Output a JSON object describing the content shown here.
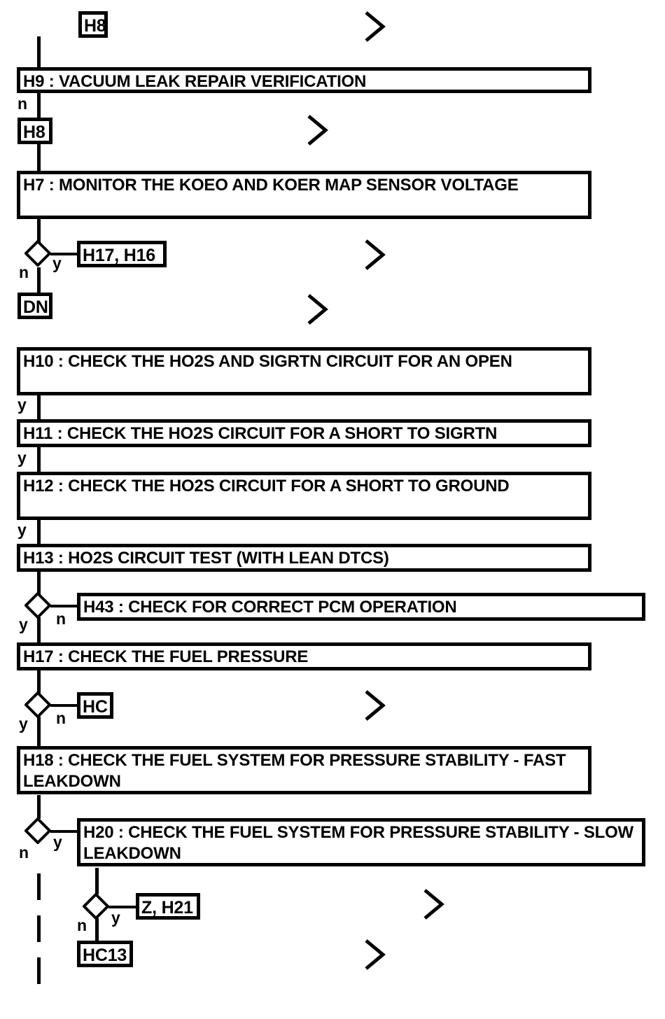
{
  "diagram": {
    "title": "HO2S / Fuel System Diagnostic Flowchart",
    "type": "flowchart",
    "stroke_color": "#000000",
    "background_color": "#ffffff"
  },
  "nodes": {
    "h8_top": {
      "label": "H8",
      "kind": "connector-tag"
    },
    "h9": {
      "label": "H9 : VACUUM LEAK REPAIR VERIFICATION",
      "kind": "process"
    },
    "h8_second": {
      "label": "H8",
      "kind": "connector-tag"
    },
    "h7": {
      "label": "H7 : MONITOR THE KOEO AND KOER MAP SENSOR VOLTAGE",
      "kind": "process"
    },
    "h17_h16": {
      "label": "H17, H16",
      "kind": "connector-tag"
    },
    "dn": {
      "label": "DN",
      "kind": "connector-tag"
    },
    "h10": {
      "label": "H10 : CHECK THE HO2S AND SIGRTN CIRCUIT FOR AN OPEN",
      "kind": "process"
    },
    "h11": {
      "label": "H11 : CHECK THE HO2S CIRCUIT FOR A SHORT TO SIGRTN",
      "kind": "process"
    },
    "h12": {
      "label": "H12 : CHECK THE HO2S CIRCUIT FOR A SHORT TO GROUND",
      "kind": "process"
    },
    "h13": {
      "label": "H13 : HO2S CIRCUIT TEST (WITH LEAN DTCS)",
      "kind": "process"
    },
    "h43": {
      "label": "H43 : CHECK FOR CORRECT PCM OPERATION",
      "kind": "process"
    },
    "h17": {
      "label": "H17 : CHECK THE FUEL PRESSURE",
      "kind": "process"
    },
    "hc": {
      "label": "HC",
      "kind": "connector-tag"
    },
    "h18": {
      "label": "H18 : CHECK THE FUEL SYSTEM FOR PRESSURE STABILITY - FAST LEAKDOWN",
      "kind": "process"
    },
    "h20": {
      "label": "H20 : CHECK THE FUEL SYSTEM FOR PRESSURE STABILITY - SLOW LEAKDOWN",
      "kind": "process"
    },
    "z_h21": {
      "label": "Z, H21",
      "kind": "connector-tag"
    },
    "hc13": {
      "label": "HC13",
      "kind": "connector-tag"
    }
  },
  "branch_labels": {
    "h9_no": "n",
    "h7_yes": "y",
    "h7_no": "n",
    "h10_yes": "y",
    "h11_yes": "y",
    "h12_yes": "y",
    "h13_yes": "y",
    "h13_no": "n",
    "h17_yes": "y",
    "h17_no": "n",
    "h18_no": "n",
    "h18_yes": "y",
    "h20_no": "n",
    "h20_yes": "y"
  },
  "chevrons": [
    {
      "name": "chevron-1"
    },
    {
      "name": "chevron-2"
    },
    {
      "name": "chevron-3"
    },
    {
      "name": "chevron-4"
    },
    {
      "name": "chevron-5"
    },
    {
      "name": "chevron-6"
    },
    {
      "name": "chevron-7"
    }
  ]
}
